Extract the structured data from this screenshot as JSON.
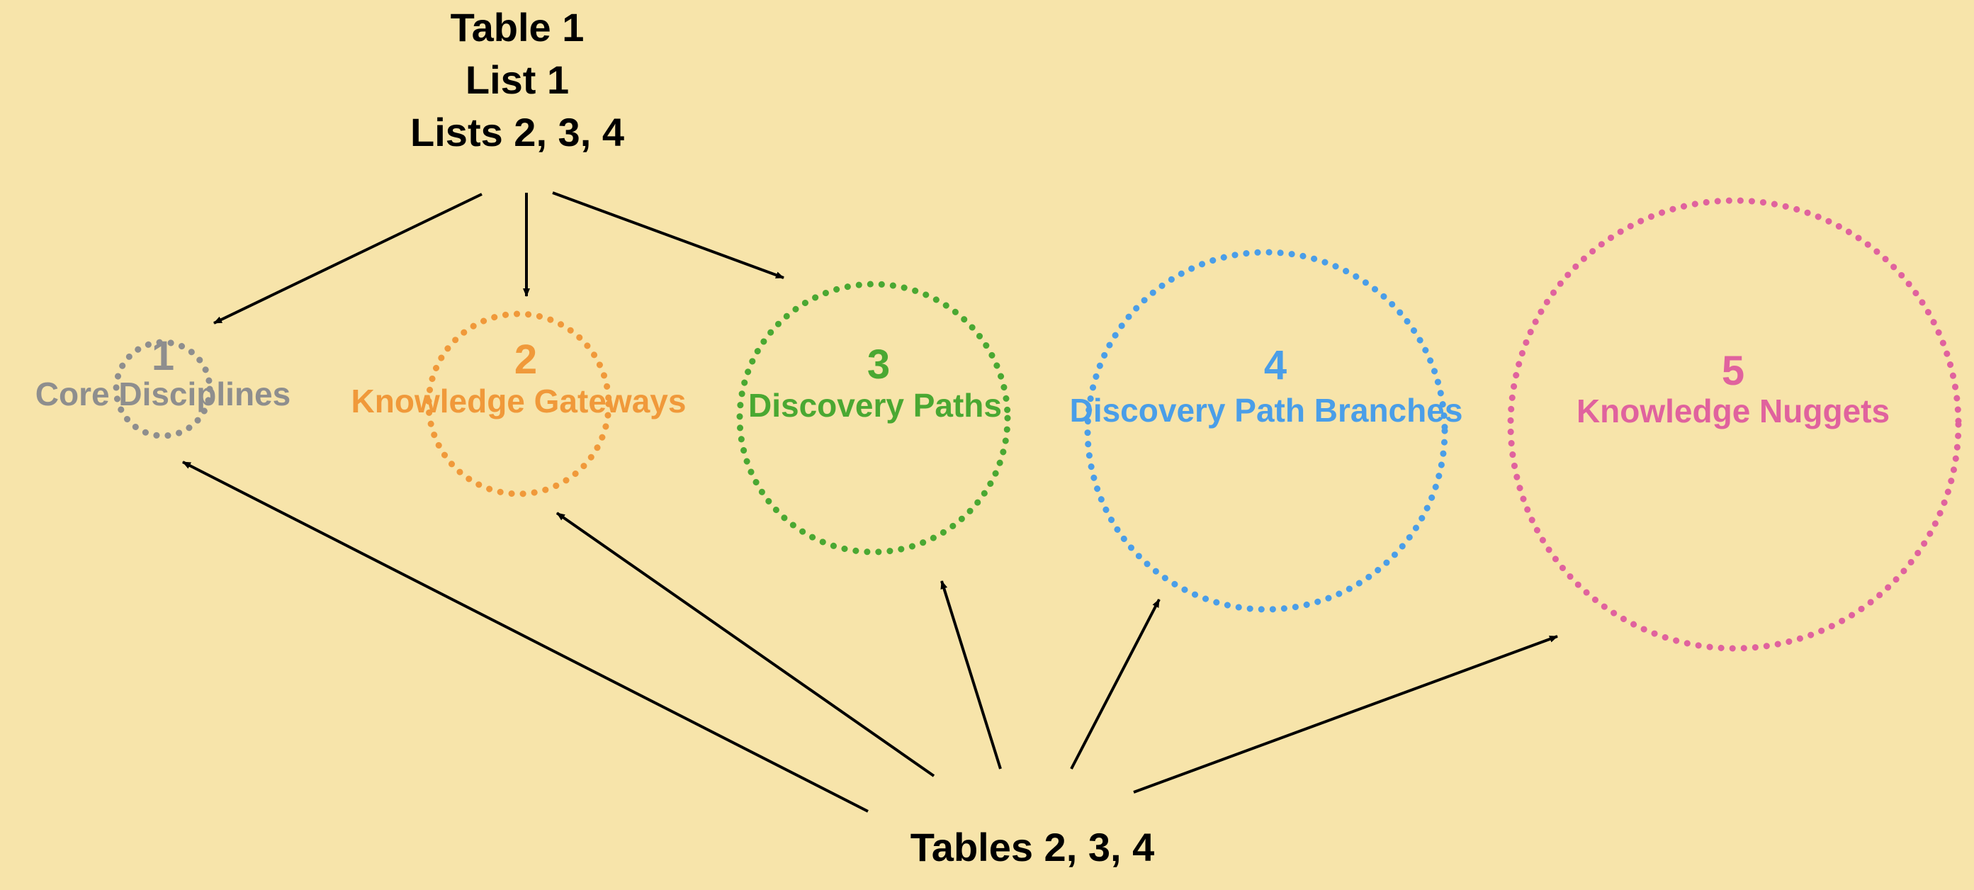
{
  "sources": {
    "top": {
      "lines": [
        "Table 1",
        "List 1",
        "Lists 2, 3, 4"
      ]
    },
    "bottom": {
      "lines": [
        "Tables 2, 3, 4"
      ]
    }
  },
  "nodes": [
    {
      "number": "1",
      "label": "Core Disciplines",
      "color": "#8e8e8e"
    },
    {
      "number": "2",
      "label": "Knowledge Gateways",
      "color": "#f0993a"
    },
    {
      "number": "3",
      "label": "Discovery Paths",
      "color": "#4aa832"
    },
    {
      "number": "4",
      "label": "Discovery Path Branches",
      "color": "#4a9ee8"
    },
    {
      "number": "5",
      "label": "Knowledge Nuggets",
      "color": "#e0629e"
    }
  ],
  "style": {
    "background": "#f7e4aa",
    "arrow_color": "#000000",
    "circle_stroke": "dotted"
  }
}
